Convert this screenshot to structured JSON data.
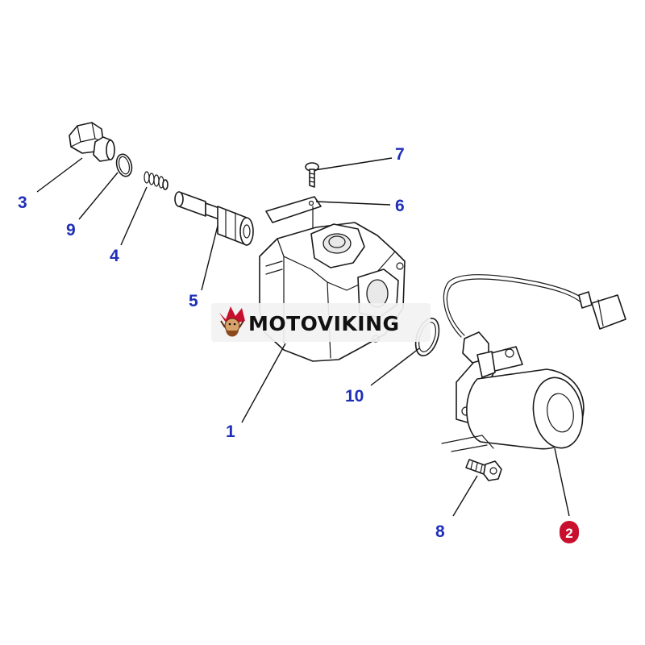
{
  "colors": {
    "callout": "#1f2fb8",
    "highlight_badge": "#c8102e",
    "line": "#1a1a1a"
  },
  "watermark": {
    "text": "MOTOVIKING",
    "icon": "viking-mascot-icon"
  },
  "callouts": [
    {
      "id": "1",
      "label": "1",
      "part": "valve-body"
    },
    {
      "id": "2",
      "label": "2",
      "part": "solenoid-valve",
      "highlighted": true
    },
    {
      "id": "3",
      "label": "3",
      "part": "plug"
    },
    {
      "id": "4",
      "label": "4",
      "part": "spring"
    },
    {
      "id": "5",
      "label": "5",
      "part": "spool"
    },
    {
      "id": "6",
      "label": "6",
      "part": "plate"
    },
    {
      "id": "7",
      "label": "7",
      "part": "screw"
    },
    {
      "id": "8",
      "label": "8",
      "part": "bolt"
    },
    {
      "id": "9",
      "label": "9",
      "part": "o-ring-small"
    },
    {
      "id": "10",
      "label": "10",
      "part": "o-ring-large"
    }
  ]
}
